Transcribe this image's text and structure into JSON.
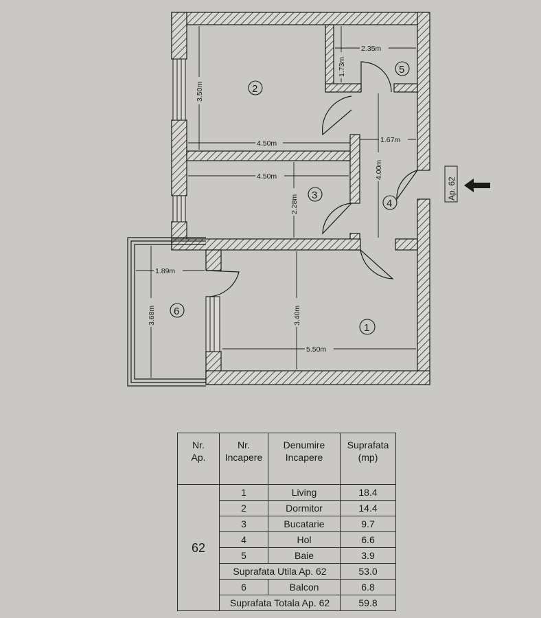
{
  "plan": {
    "rooms": [
      {
        "id": "1",
        "label": "1"
      },
      {
        "id": "2",
        "label": "2"
      },
      {
        "id": "3",
        "label": "3"
      },
      {
        "id": "4",
        "label": "4"
      },
      {
        "id": "5",
        "label": "5"
      },
      {
        "id": "6",
        "label": "6"
      }
    ],
    "dimensions": {
      "r2_height": "3.50m",
      "r2_width": "4.50m",
      "r5_width": "2.35m",
      "r5_height": "1.73m",
      "hall_width": "1.67m",
      "hall_length": "4.00m",
      "r3_width": "4.50m",
      "r3_height": "2.28m",
      "r1_height": "3.40m",
      "r1_width": "5.50m",
      "balcony_width": "1.89m",
      "balcony_height": "3.68m"
    },
    "entrance_label": "Ap. 62"
  },
  "table": {
    "headers": [
      "Nr.\nAp.",
      "Nr.\nIncapere",
      "Denumire\nIncapere",
      "Suprafata\n(mp)"
    ],
    "apartment": "62",
    "rows": [
      {
        "nr": "1",
        "name": "Living",
        "area": "18.4"
      },
      {
        "nr": "2",
        "name": "Dormitor",
        "area": "14.4"
      },
      {
        "nr": "3",
        "name": "Bucatarie",
        "area": "9.7"
      },
      {
        "nr": "4",
        "name": "Hol",
        "area": "6.6"
      },
      {
        "nr": "5",
        "name": "Baie",
        "area": "3.9"
      }
    ],
    "useful": {
      "label": "Suprafata Utila Ap. 62",
      "area": "53.0"
    },
    "balcony": {
      "nr": "6",
      "name": "Balcon",
      "area": "6.8"
    },
    "total": {
      "label": "Suprafata Totala Ap. 62",
      "area": "59.8"
    }
  }
}
